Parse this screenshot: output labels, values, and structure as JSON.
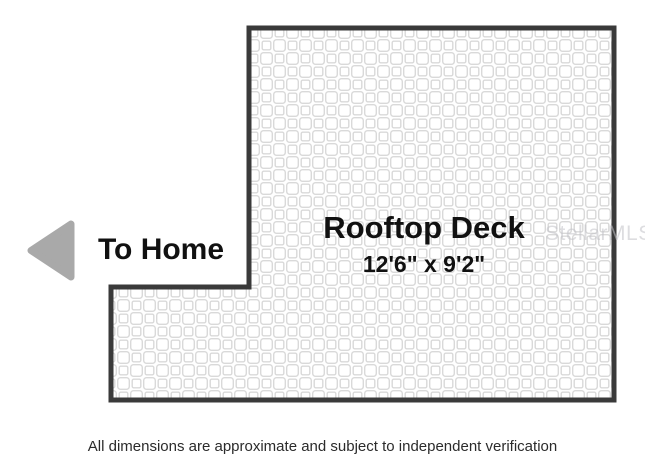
{
  "floorplan": {
    "room": {
      "name": "Rooftop Deck",
      "dimensions": "12'6\" x 9'2\""
    },
    "to_home_label": "To Home",
    "wall_color": "#3a3a3a",
    "tile_line_color": "#d9d9d9",
    "tile_fill_color": "#ffffff",
    "arrow_color": "#a9a9a9",
    "text_color": "#111111"
  },
  "watermark": {
    "text": "StellarMLS",
    "color": "#c2c2c7"
  },
  "footer": {
    "disclaimer": "All dimensions are approximate and subject to independent verification",
    "color": "#2b2b2b"
  }
}
